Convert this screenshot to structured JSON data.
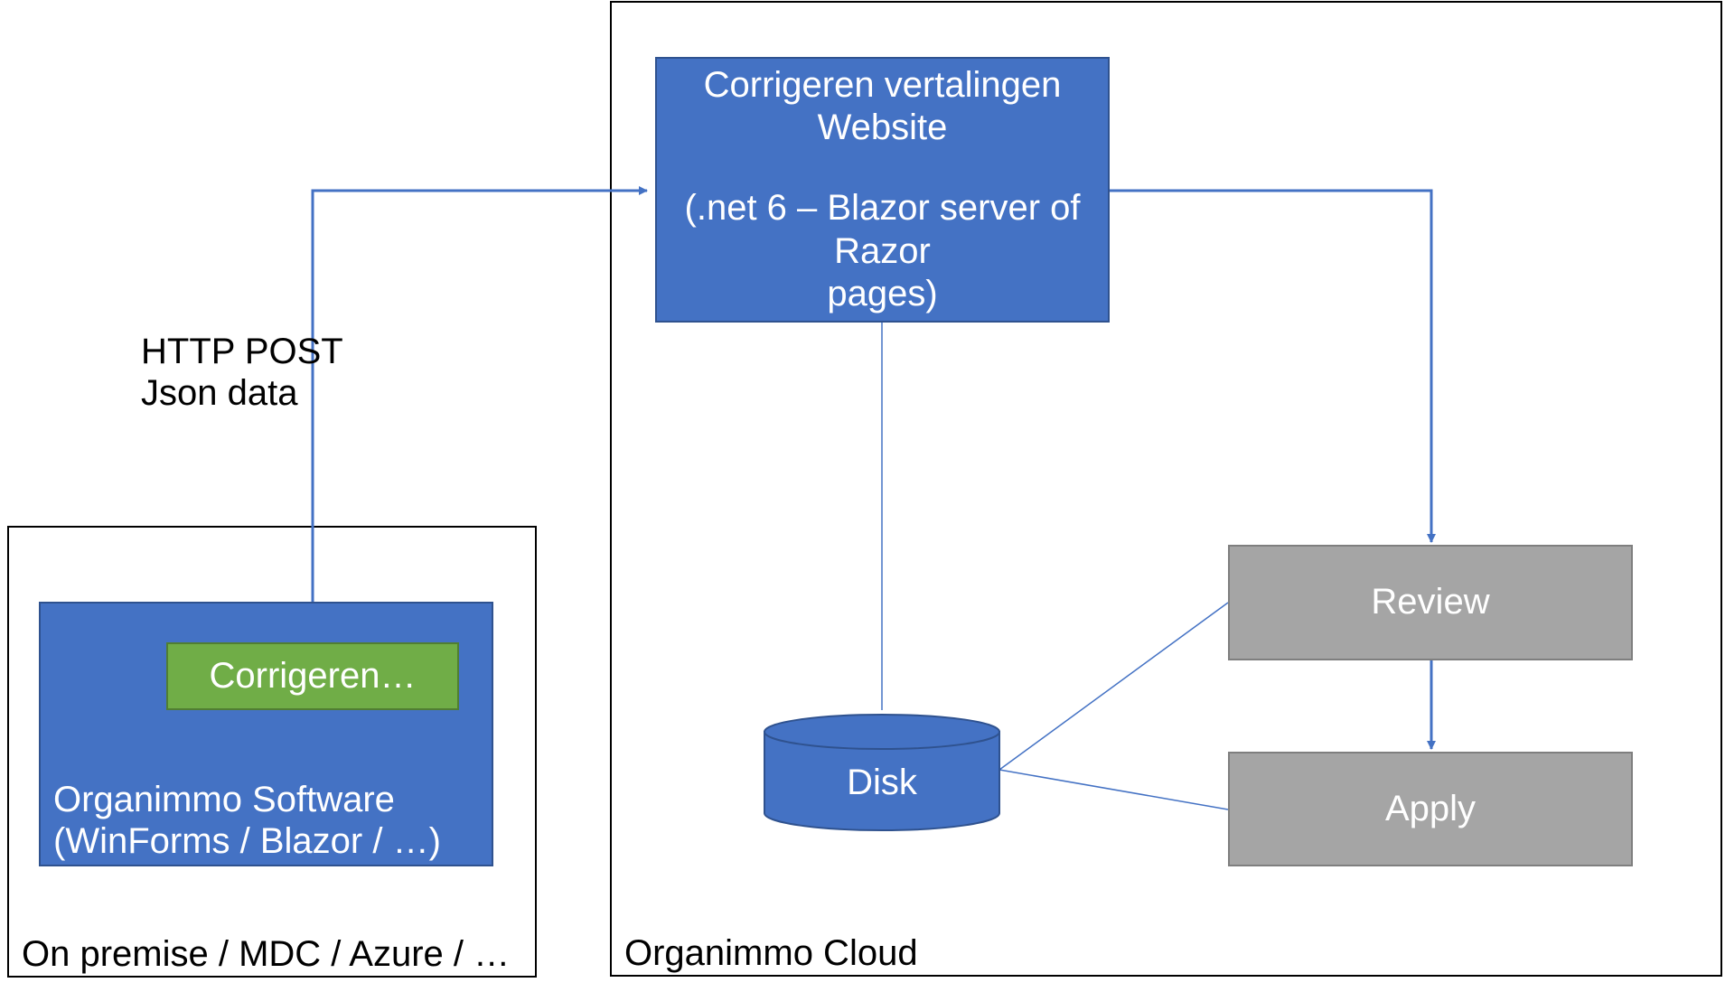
{
  "frames": {
    "on_premise_label": "On premise / MDC / Azure / …",
    "cloud_label": "Organimmo Cloud"
  },
  "http_note": {
    "line1": "HTTP POST",
    "line2": "Json data"
  },
  "website_box": {
    "line1": "Corrigeren vertalingen",
    "line2": "Website",
    "line3": "(.net 6 – Blazor server of Razor",
    "line4": "pages)"
  },
  "software_box": {
    "line1": "Organimmo Software",
    "line2": "(WinForms / Blazor / …)"
  },
  "corrigeren_button": {
    "label": "Corrigeren…"
  },
  "review_box": {
    "label": "Review"
  },
  "apply_box": {
    "label": "Apply"
  },
  "disk": {
    "label": "Disk"
  },
  "colors": {
    "blue": "#4472c4",
    "blue_border": "#2f528f",
    "grey": "#a5a5a5",
    "green": "#70ad47",
    "connector": "#4472c4"
  }
}
